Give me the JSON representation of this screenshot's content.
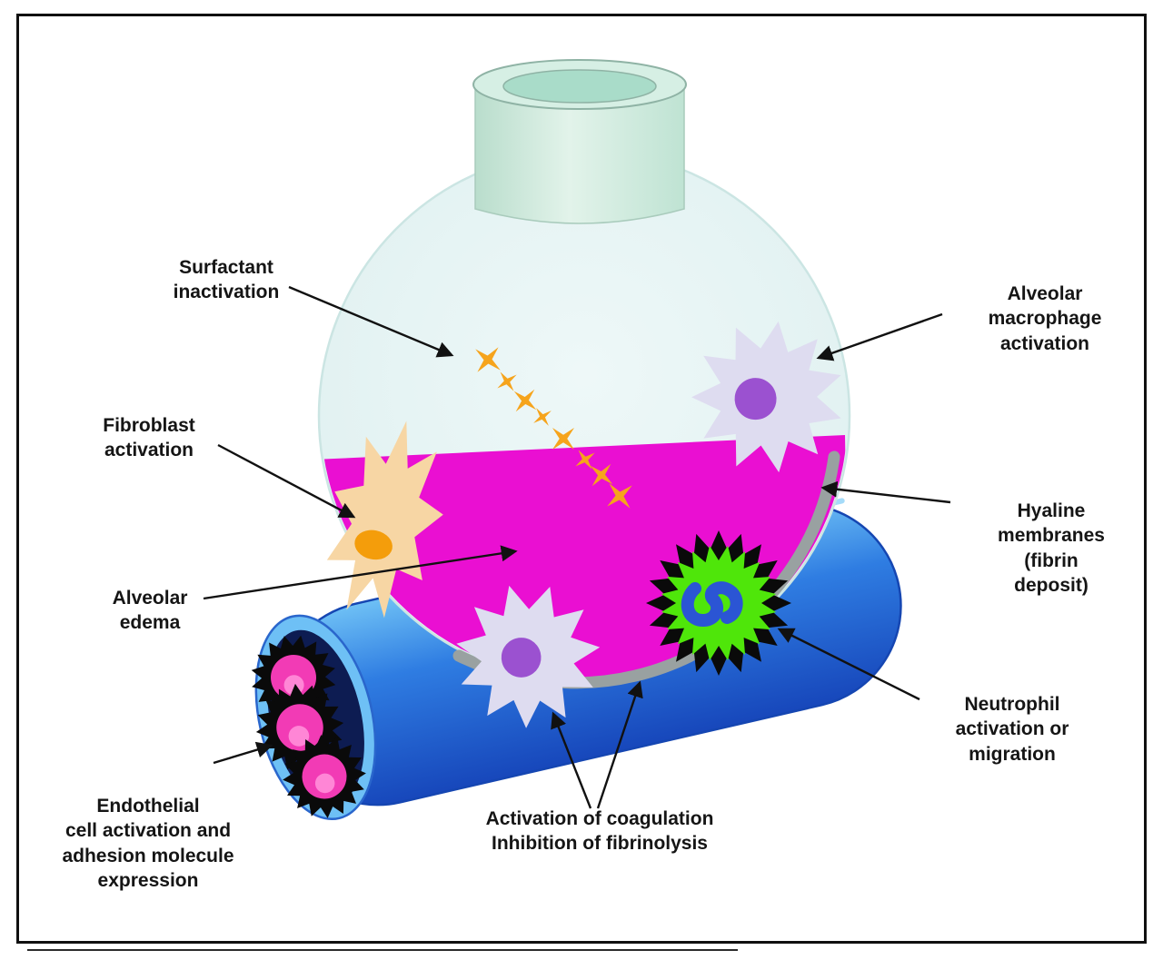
{
  "labels": {
    "surfactant_inactivation": "Surfactant\ninactivation",
    "alveolar_macrophage": "Alveolar macrophage\nactivation",
    "fibroblast": "Fibroblast\nactivation",
    "hyaline_membranes": "Hyaline membranes\n(fibrin deposit)",
    "alveolar_edema": "Alveolar\nedema",
    "neutrophil": "Neutrophil\nactivation or migration",
    "endothelial": "Endothelial\ncell activation and\nadhesion molecule\nexpression",
    "coagulation": "Activation of coagulation\nInhibition of fibrinolysis"
  },
  "colors": {
    "edema_fluid": "#ea0fd2",
    "surfactant_orange": "#f6a41c",
    "macrophage_body": "#dedcf0",
    "macrophage_nucleus": "#9b51d0",
    "fibroblast_body": "#f7d6a4",
    "fibroblast_nucleus": "#f49d0b",
    "neutrophil_green": "#4fe60a",
    "neutrophil_nucleus_blue": "#2b55d4",
    "hyaline_gray": "#99a1a1",
    "endothelial_cell_pink": "#f23bb5",
    "text": "#151515"
  }
}
